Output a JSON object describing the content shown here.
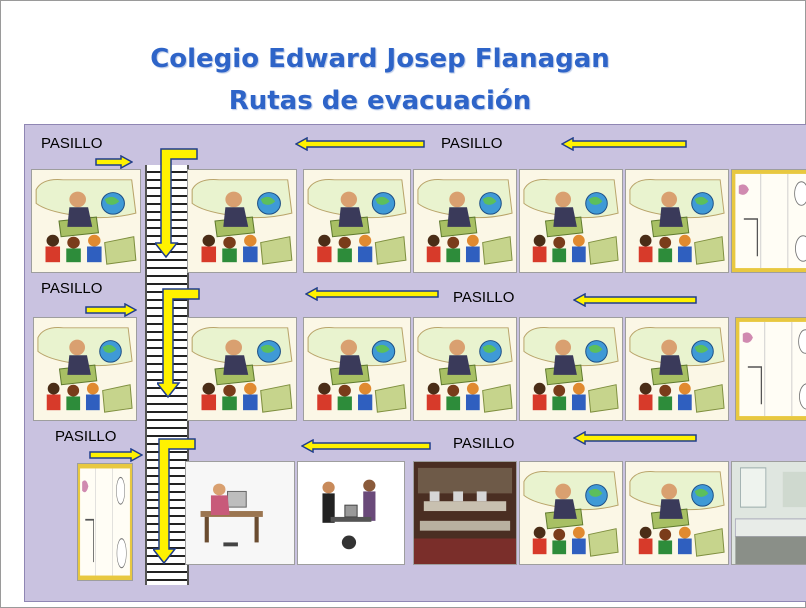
{
  "title": {
    "line1": "Colegio Edward Josep Flanagan",
    "line2": "Rutas de evacuación"
  },
  "floors": [
    {
      "corridor_left_label": "PASILLO",
      "corridor_center_label": "PASILLO",
      "rooms": [
        "classroom",
        "classroom",
        "classroom",
        "classroom",
        "classroom",
        "classroom",
        "bathroom"
      ]
    },
    {
      "corridor_left_label": "PASILLO",
      "corridor_center_label": "PASILLO",
      "rooms": [
        "classroom",
        "classroom",
        "classroom",
        "classroom",
        "classroom",
        "classroom",
        "bathroom"
      ]
    },
    {
      "corridor_left_label": "PASILLO",
      "corridor_center_label": "PASILLO",
      "rooms": [
        "bathroom",
        "office",
        "meeting",
        "computer-lab",
        "classroom",
        "classroom",
        "lab"
      ]
    }
  ],
  "colors": {
    "title": "#2e64c8",
    "plan_background": "#c9c2e0",
    "arrow_fill": "#fff200",
    "arrow_stroke": "#1f3d8c"
  }
}
